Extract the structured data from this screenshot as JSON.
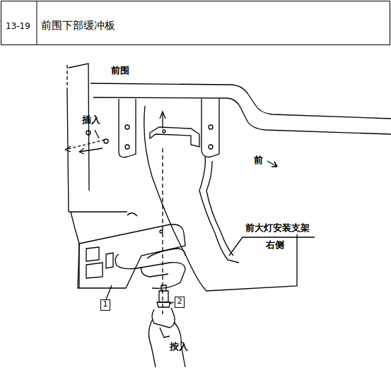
{
  "diagram": {
    "title": "前围下部缓冲板",
    "nodes": [
      {
        "text": [
          "1"
        ]
      },
      {
        "text": [
          "2"
        ]
      }
    ],
    "labels": [
      "13-19",
      "前围",
      "插入",
      "前",
      "前大灯安装支架",
      "右侧",
      "按入"
    ]
  }
}
